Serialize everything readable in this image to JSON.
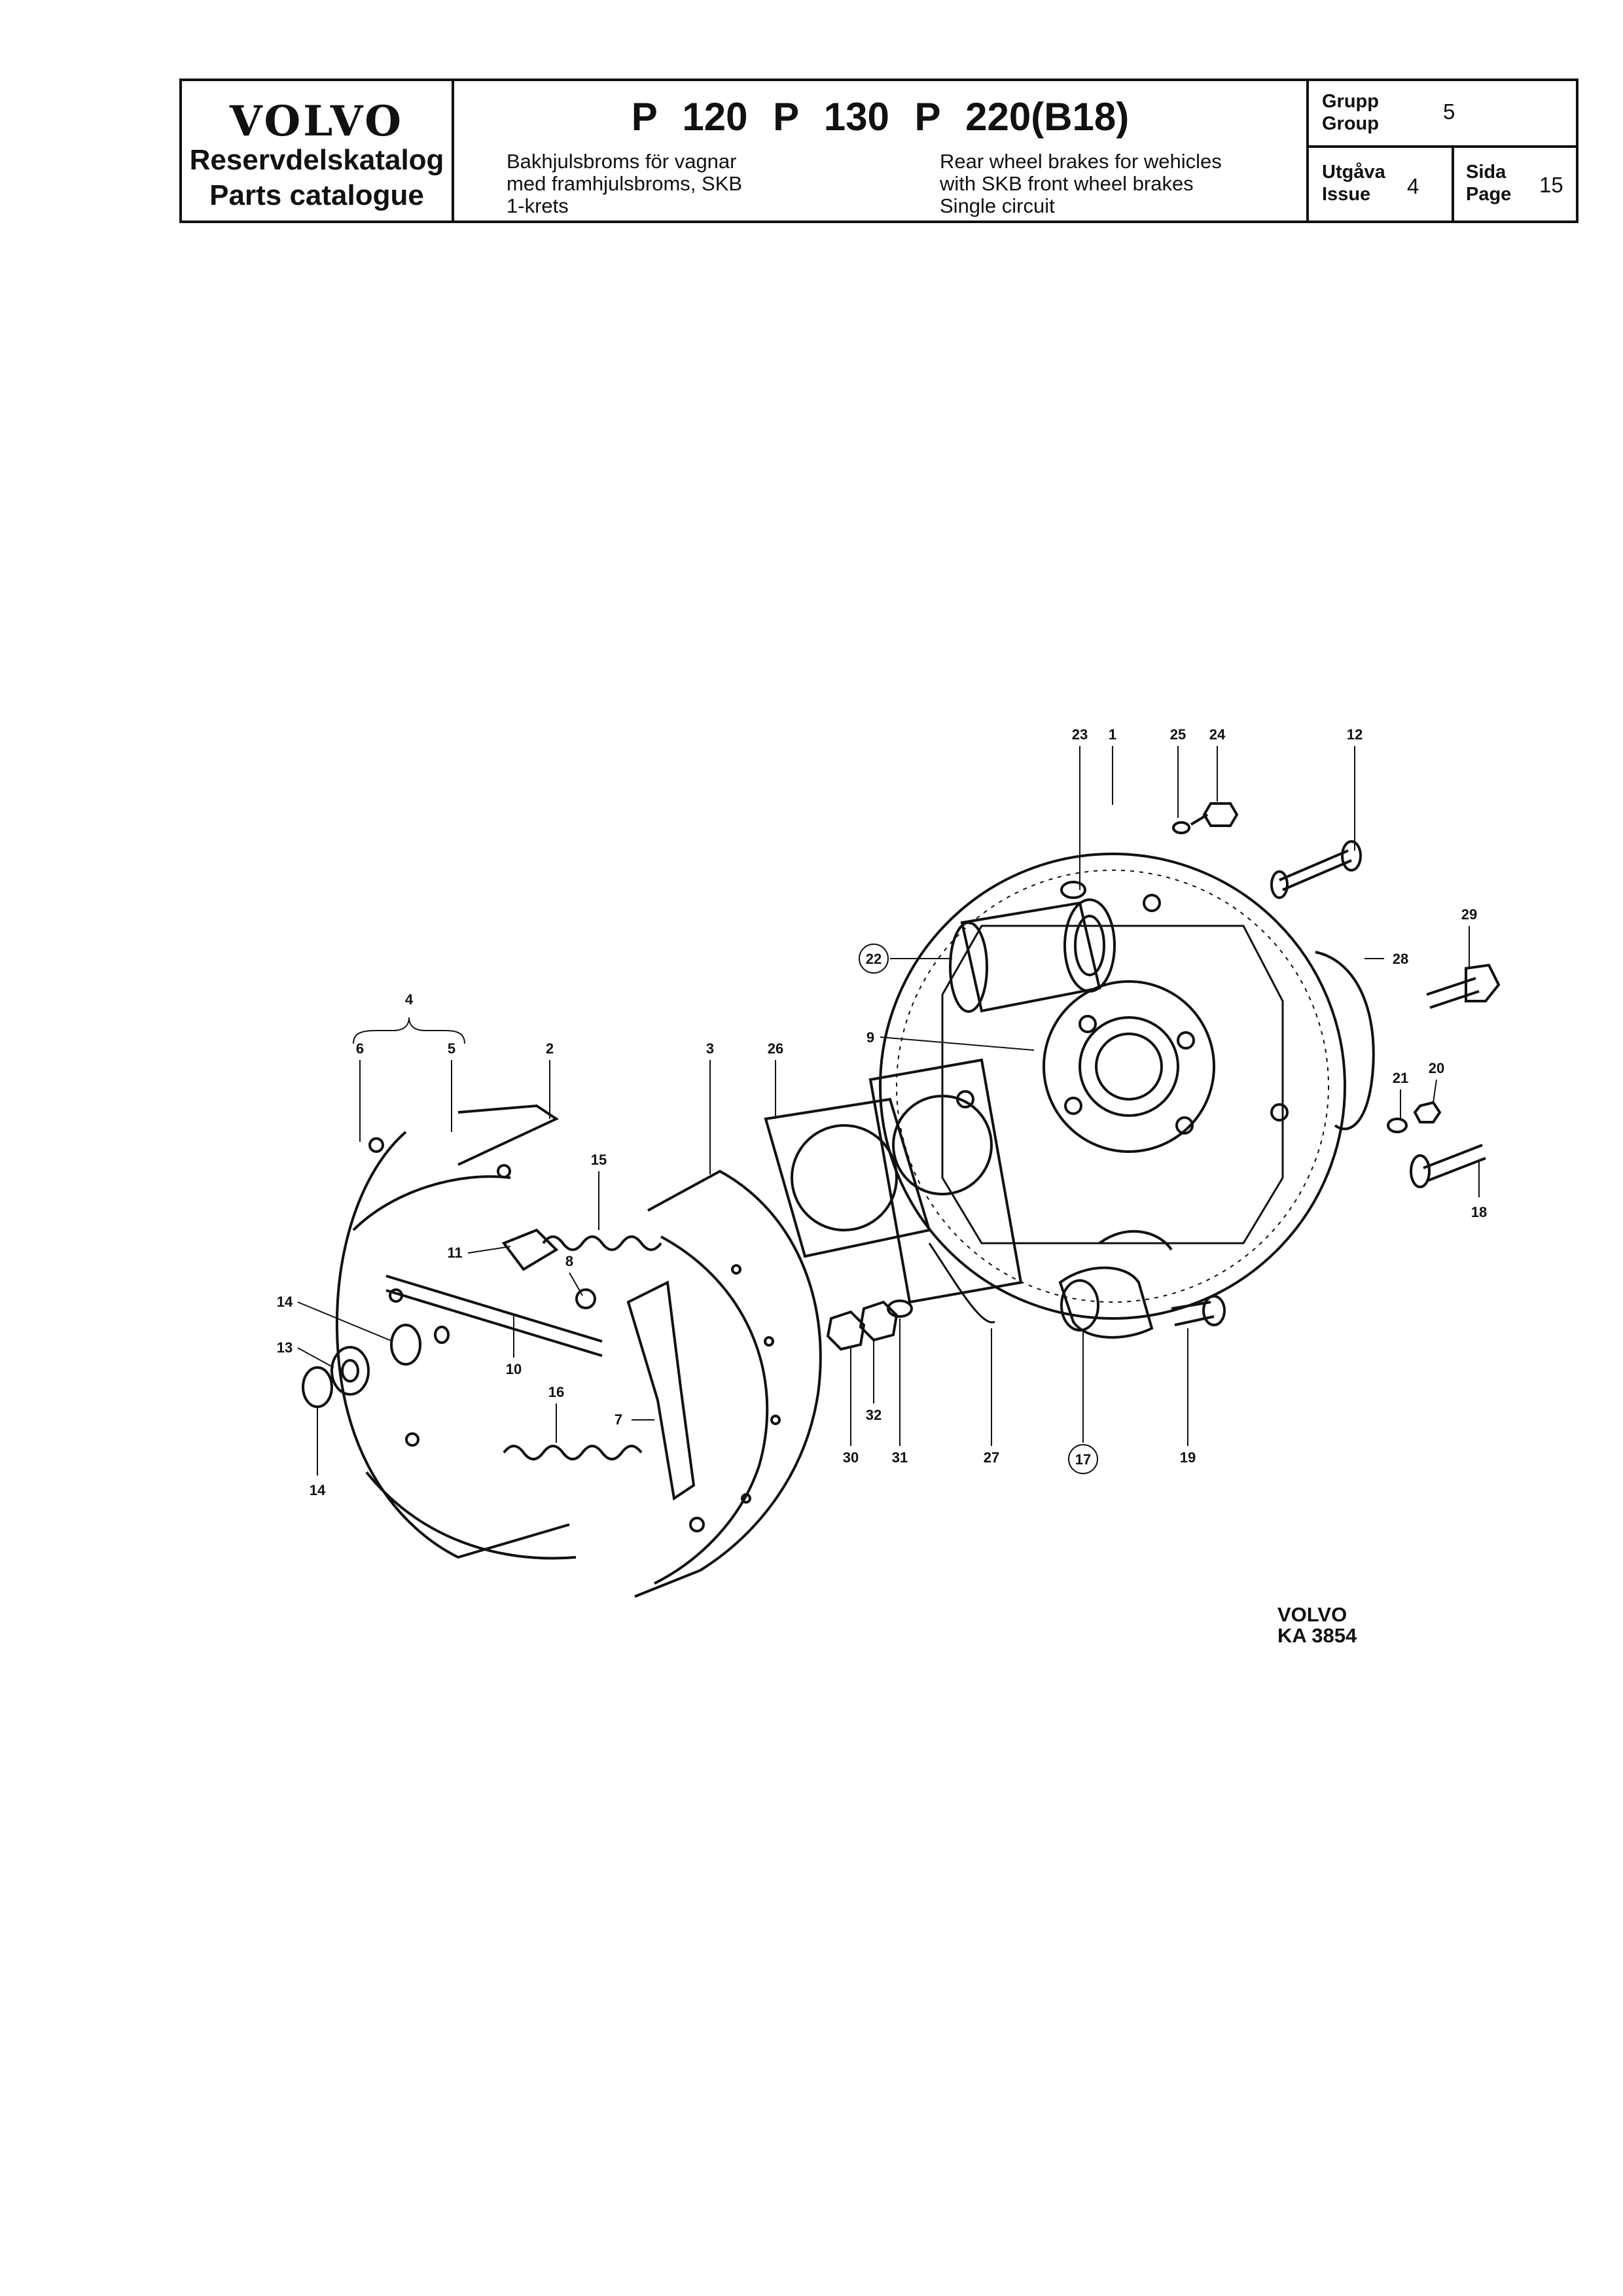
{
  "header": {
    "brand_logo": "VOLVO",
    "catalog_sv": "Reservdelskatalog",
    "catalog_en": "Parts catalogue",
    "models": "P 120   P 130   P 220(B18)",
    "description_sv": [
      "Bakhjulsbroms för vagnar",
      "med framhjulsbroms, SKB",
      "1-krets"
    ],
    "description_en": [
      "Rear wheel brakes for wehicles",
      "with SKB front wheel brakes",
      "Single circuit"
    ],
    "group_label_sv": "Grupp",
    "group_label_en": "Group",
    "group_value": "5",
    "issue_label_sv": "Utgåva",
    "issue_label_en": "Issue",
    "issue_value": "4",
    "page_label_sv": "Sida",
    "page_label_en": "Page",
    "page_value": "15"
  },
  "callouts": [
    "23",
    "1",
    "25",
    "24",
    "12",
    "29",
    "22",
    "28",
    "4",
    "6",
    "5",
    "2",
    "3",
    "26",
    "9",
    "20",
    "21",
    "18",
    "15",
    "11",
    "8",
    "14",
    "13",
    "10",
    "16",
    "7",
    "14",
    "32",
    "30",
    "31",
    "27",
    "17",
    "19"
  ],
  "stamp": {
    "line1": "VOLVO",
    "line2": "KA 3854"
  }
}
